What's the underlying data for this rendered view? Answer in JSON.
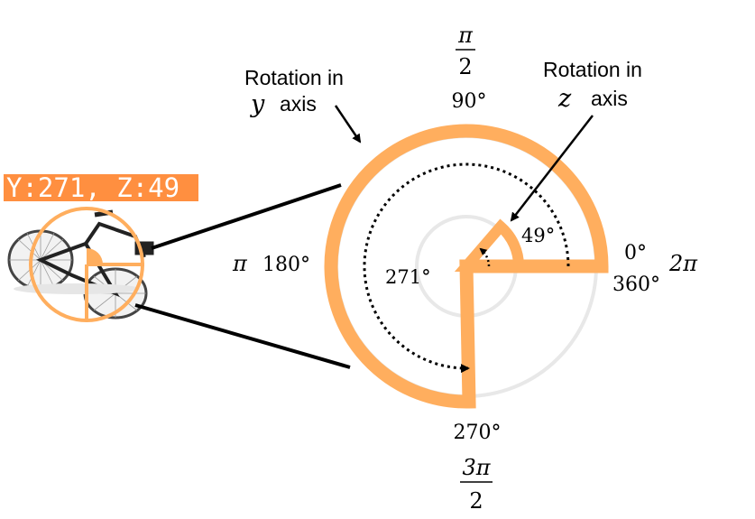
{
  "colors": {
    "accent": "#FFAE5E",
    "badge": "#FF8F40",
    "ring_gray": "#E8E8E8",
    "line": "#000000"
  },
  "badge": {
    "text": "Y:271, Z:49"
  },
  "labels": {
    "y_axis_title_line1": "Rotation in",
    "y_axis_var": "y",
    "y_axis_word": "axis",
    "z_axis_title_line1": "Rotation in",
    "z_axis_var": "z",
    "z_axis_word": "axis",
    "top_frac_num": "π",
    "top_frac_den": "2",
    "deg_90": "90°",
    "left_pi": "π",
    "deg_180": "180°",
    "deg_0": "0°",
    "deg_360": "360°",
    "right_2pi": "2π",
    "deg_270": "270°",
    "bottom_frac_num": "3π",
    "bottom_frac_den": "2",
    "y_value": "271°",
    "z_value": "49°"
  },
  "rotation": {
    "y_degrees": 271,
    "z_degrees": 49
  },
  "icons": {
    "object": "bicycle-icon"
  }
}
